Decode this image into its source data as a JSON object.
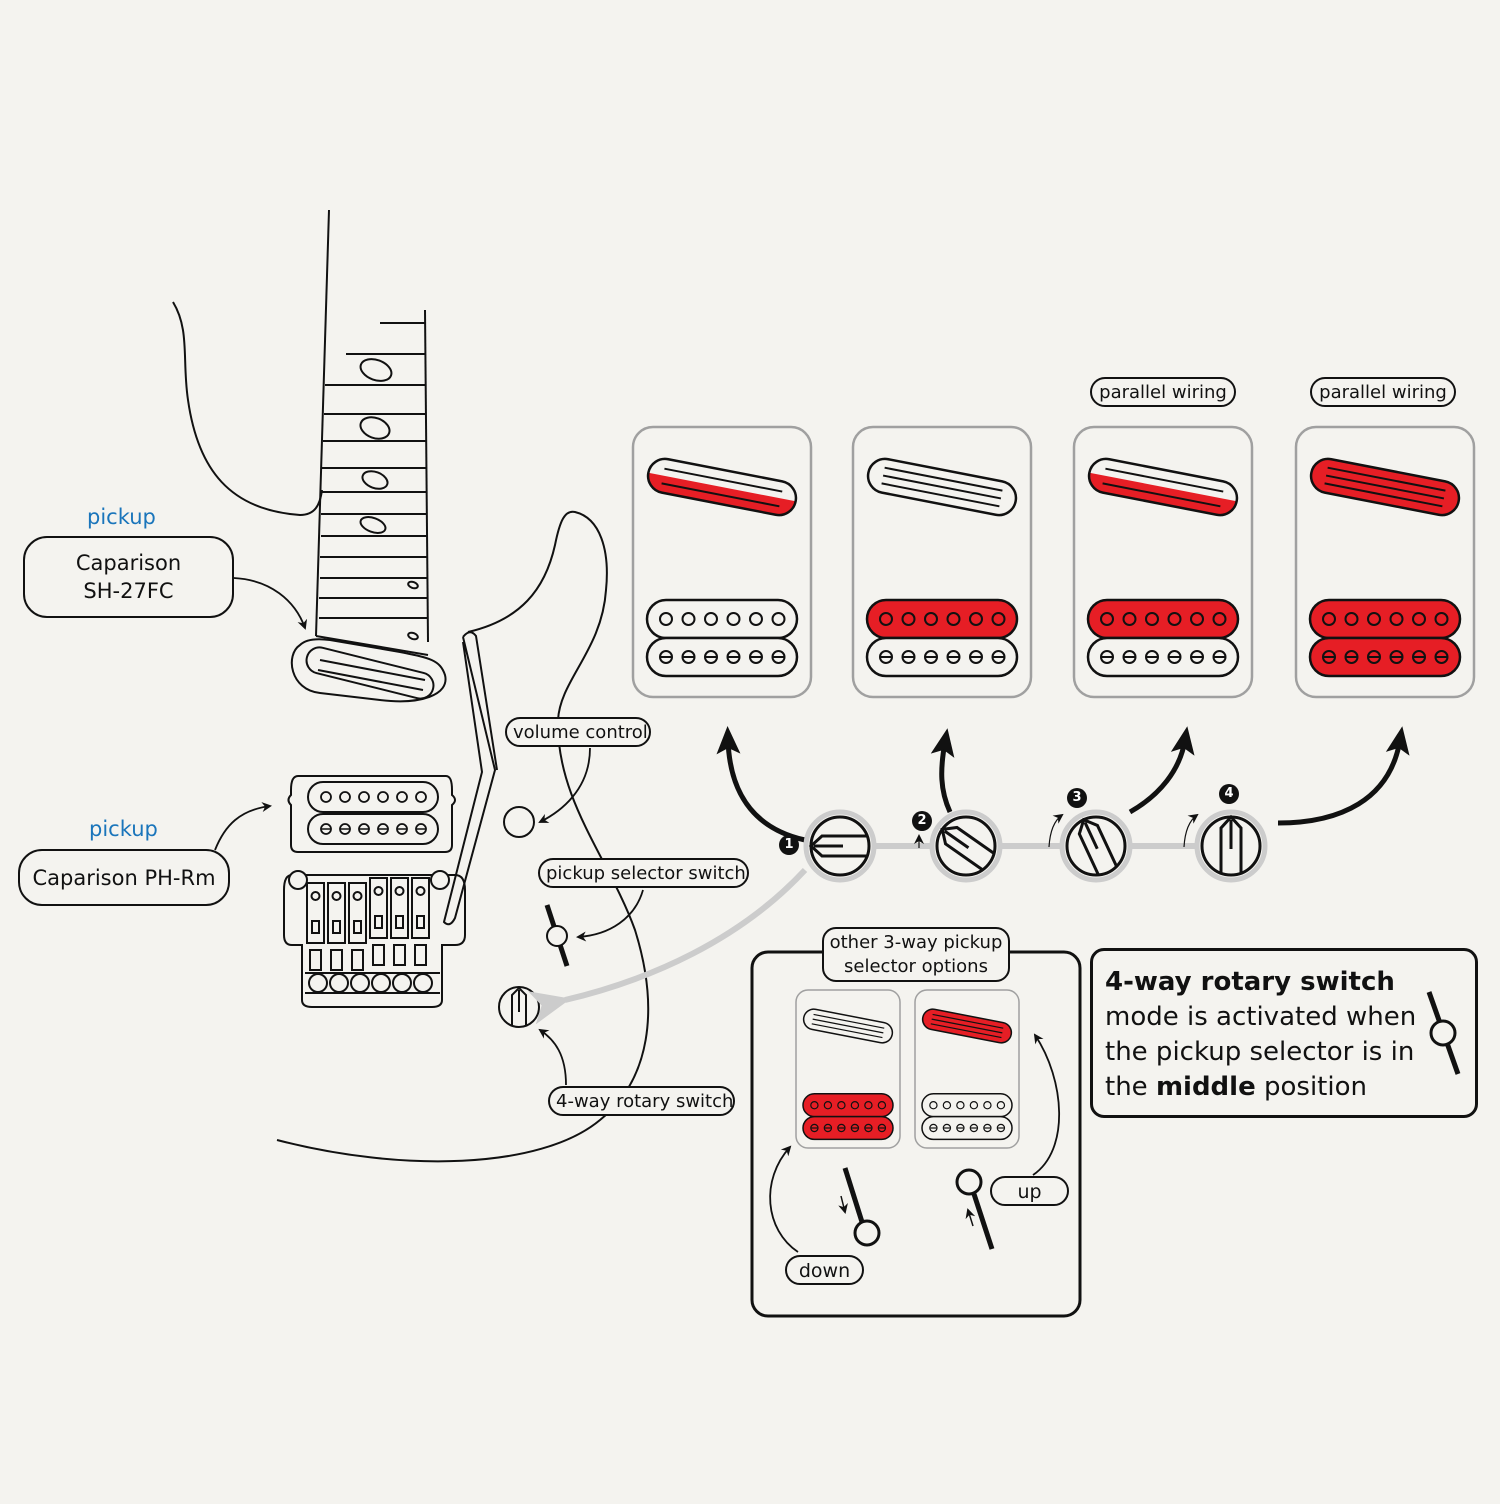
{
  "colors": {
    "active_pickup": "#e61e25",
    "inactive_pickup": "#f4f3ef",
    "blue_label": "#1a75bb",
    "card_border": "#a0a0a0",
    "connector": "#cccccc"
  },
  "neck_pickup": {
    "caption": "pickup",
    "line1": "Caparison",
    "line2": "SH-27FC"
  },
  "bridge_pickup": {
    "caption": "pickup",
    "name": "Caparison PH-Rm"
  },
  "controls": {
    "volume": "volume control",
    "selector": "pickup selector switch",
    "rotary": "4-way rotary switch"
  },
  "rotary_positions": [
    {
      "number": "1",
      "label_above": "",
      "single_coil": "half",
      "humbucker_top": false,
      "humbucker_bottom": false
    },
    {
      "number": "2",
      "label_above": "",
      "single_coil": "none",
      "humbucker_top": true,
      "humbucker_bottom": false
    },
    {
      "number": "3",
      "label_above": "parallel wiring",
      "single_coil": "half",
      "humbucker_top": true,
      "humbucker_bottom": false
    },
    {
      "number": "4",
      "label_above": "parallel wiring",
      "single_coil": "full",
      "humbucker_top": true,
      "humbucker_bottom": true
    }
  ],
  "other_options": {
    "title_line1": "other 3-way pickup",
    "title_line2": "selector options",
    "down_label": "down",
    "up_label": "up",
    "cards": [
      {
        "name": "down",
        "single_coil": "none",
        "humbucker_top": true,
        "humbucker_bottom": true
      },
      {
        "name": "up",
        "single_coil": "full",
        "humbucker_top": false,
        "humbucker_bottom": false
      }
    ]
  },
  "info": {
    "bold_title": "4-way rotary switch",
    "line2": "mode is activated when",
    "line3": "the pickup selector is in",
    "line4_pre": "the ",
    "line4_bold": "middle",
    "line4_post": " position"
  }
}
